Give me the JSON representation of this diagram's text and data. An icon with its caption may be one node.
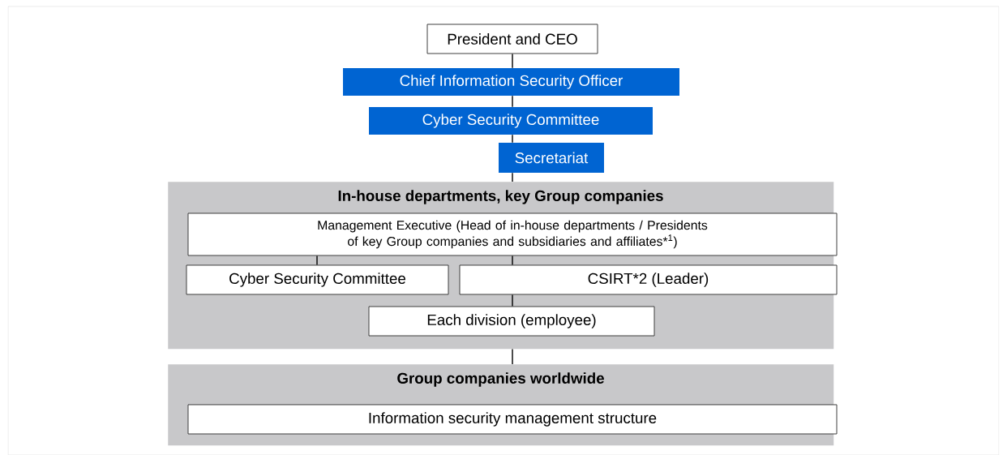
{
  "diagram": {
    "nodes": [
      {
        "text": [
          "President and CEO"
        ]
      },
      {
        "text": [
          "Chief Information Security Officer"
        ]
      },
      {
        "text": [
          "Cyber Security Committee"
        ]
      },
      {
        "text": [
          "Secretariat"
        ]
      },
      {
        "text": [
          "In-house departments, key Group companies"
        ]
      },
      {
        "text": [
          "Management Executive (Head of in-house departments / Presidents of key Group companies and subsidiaries and affiliates*$^{1}$)"
        ],
        "in": 4
      },
      {
        "text": [
          "Cyber Security Committee"
        ],
        "in": 4
      },
      {
        "text": [
          "CSIRT*2 (Leader)"
        ],
        "in": 4
      },
      {
        "text": [
          "Each division (employee)"
        ],
        "in": 4
      },
      {
        "text": [
          "Group companies worldwide"
        ]
      },
      {
        "text": [
          "Information security management structure"
        ],
        "in": 9
      }
    ],
    "edges": [
      {
        "from": 0,
        "to": 1,
        "arrow": "none"
      },
      {
        "from": 1,
        "to": 2,
        "arrow": "none"
      },
      {
        "from": 2,
        "to": 3,
        "arrow": "none"
      },
      {
        "from": 3,
        "to": 4,
        "arrow": "none"
      },
      {
        "from": 5,
        "to": 6,
        "arrow": "none"
      },
      {
        "from": 5,
        "to": 7,
        "arrow": "none"
      },
      {
        "from": 7,
        "to": 8,
        "arrow": "none"
      },
      {
        "from": 4,
        "to": 9,
        "arrow": "none"
      }
    ]
  }
}
